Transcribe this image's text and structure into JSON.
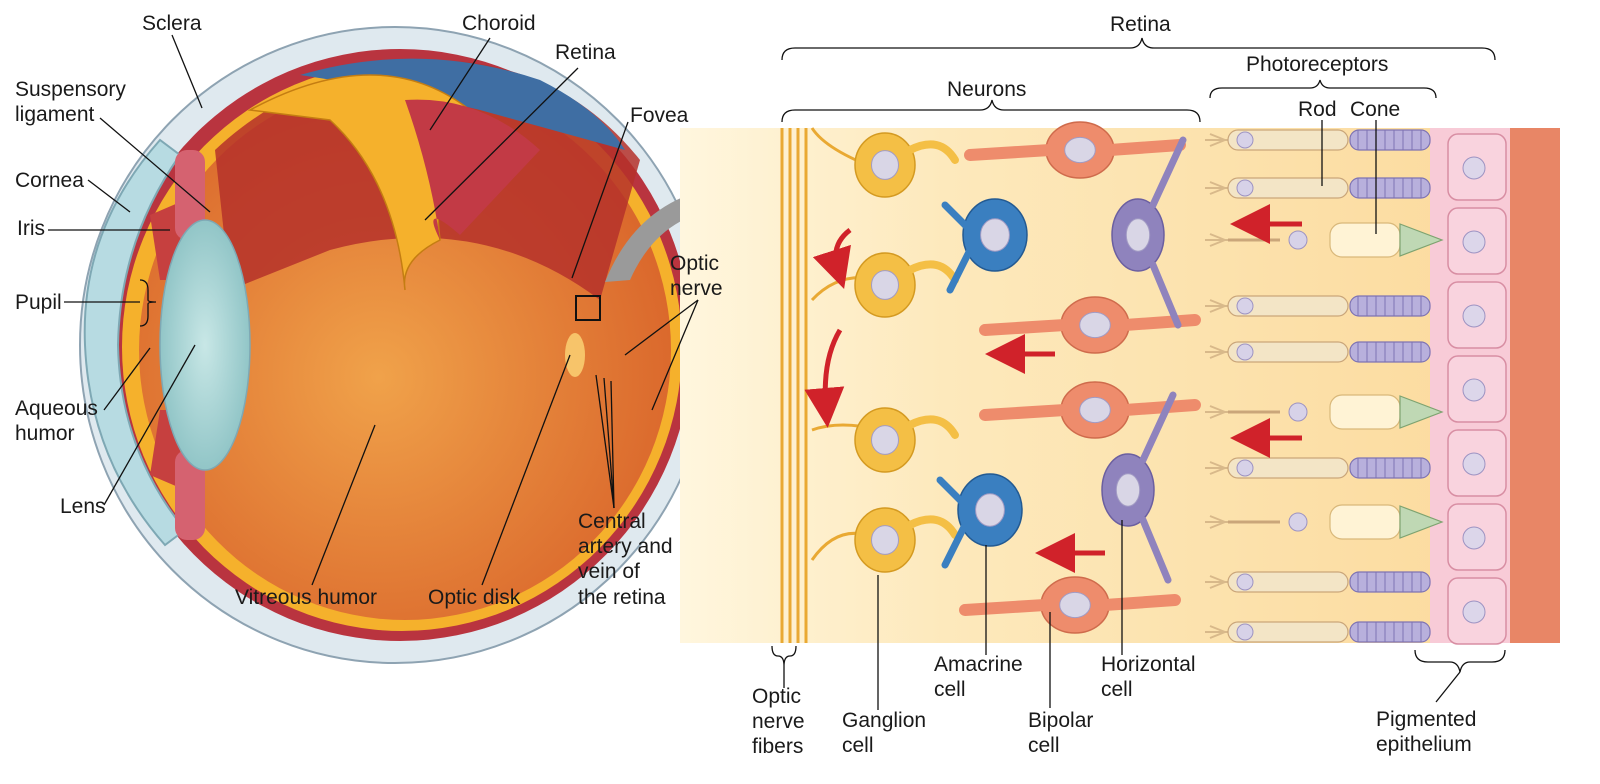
{
  "labels": {
    "sclera": "Sclera",
    "choroid": "Choroid",
    "retina_eye": "Retina",
    "suspensory_1": "Suspensory",
    "suspensory_2": "ligament",
    "fovea": "Fovea",
    "cornea": "Cornea",
    "iris": "Iris",
    "pupil": "Pupil",
    "optic_nerve_1": "Optic",
    "optic_nerve_2": "nerve",
    "aqueous_1": "Aqueous",
    "aqueous_2": "humor",
    "lens": "Lens",
    "vitreous": "Vitreous humor",
    "optic_disk": "Optic disk",
    "central_1": "Central",
    "central_2": "artery and",
    "central_3": "vein of",
    "central_4": "the retina",
    "retina_top": "Retina",
    "neurons": "Neurons",
    "photoreceptors": "Photoreceptors",
    "rod": "Rod",
    "cone": "Cone",
    "onf_1": "Optic",
    "onf_2": "nerve",
    "onf_3": "fibers",
    "ganglion_1": "Ganglion",
    "ganglion_2": "cell",
    "amacrine_1": "Amacrine",
    "amacrine_2": "cell",
    "bipolar_1": "Bipolar",
    "bipolar_2": "cell",
    "horizontal_1": "Horizontal",
    "horizontal_2": "cell",
    "pigmented_1": "Pigmented",
    "pigmented_2": "epithelium"
  },
  "colors": {
    "sclera": "#dfe9ef",
    "choroid": "#b9343f",
    "retina": "#f5b12c",
    "vitreous": "#e8822f",
    "lens": "#a7d3d3",
    "ganglion": "#f4bf45",
    "bipolar": "#ee8c6c",
    "amacrine": "#3a7fc0",
    "horizontal": "#8f83bd",
    "photoreceptor": "#f3e5c6",
    "pigment": "#f8cbd7",
    "signal_arrow": "#d0222a",
    "background_band": "#fde9bc"
  }
}
